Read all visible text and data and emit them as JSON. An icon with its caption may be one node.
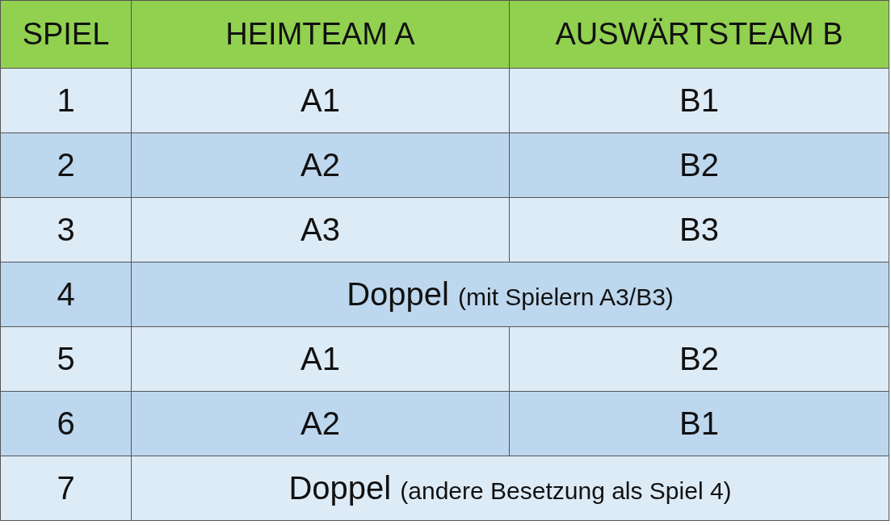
{
  "diagram": {
    "labels": [
      "SPIEL",
      "HEIMTEAM A",
      "AUSWÄRTSTEAM B",
      "1",
      "A1",
      "B1",
      "2",
      "A2",
      "B2",
      "3",
      "A3",
      "B3",
      "4",
      "Doppel",
      "(mit Spielern A3/B3)",
      "5",
      "A1",
      "B2",
      "6",
      "A2",
      "B1",
      "7",
      "Doppel",
      "(andere Besetzung als Spiel 4)"
    ]
  }
}
